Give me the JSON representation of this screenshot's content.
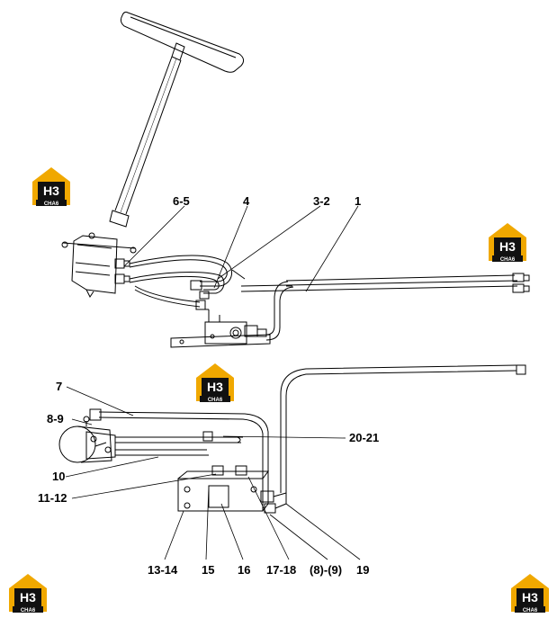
{
  "diagram": {
    "upper_assembly_labels": {
      "l_6_5": "6-5",
      "l_4": "4",
      "l_3_2": "3-2",
      "l_1": "1"
    },
    "lower_assembly_labels": {
      "l_7": "7",
      "l_8_9": "8-9",
      "l_20_21": "20-21",
      "l_10": "10",
      "l_11_12": "11-12",
      "l_13_14": "13-14",
      "l_15": "15",
      "l_16": "16",
      "l_17_18": "17-18",
      "l_8_9_paren": "(8)-(9)",
      "l_19": "19"
    }
  },
  "watermark": {
    "logo_top": "H3",
    "logo_bottom": "CHA6",
    "accent_color": "#f0a800",
    "dark_color": "#111111"
  }
}
